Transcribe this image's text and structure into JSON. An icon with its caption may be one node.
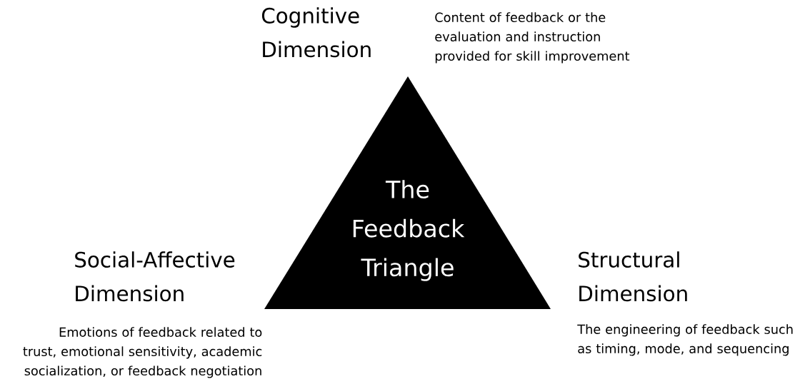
{
  "diagram": {
    "nodes": [
      {
        "text": [
          "The Feedback Triangle"
        ]
      }
    ],
    "labels": [
      "Cognitive Dimension",
      "Content of feedback or the evaluation and instruction provided for skill improvement",
      "Social-Affective Dimension",
      "Structural Dimension",
      "Emotions of feedback related to trust, emotional sensitivity, academic socialization, or feedback negotiation",
      "The engineering of feedback such as timing, mode, and sequencing"
    ]
  }
}
